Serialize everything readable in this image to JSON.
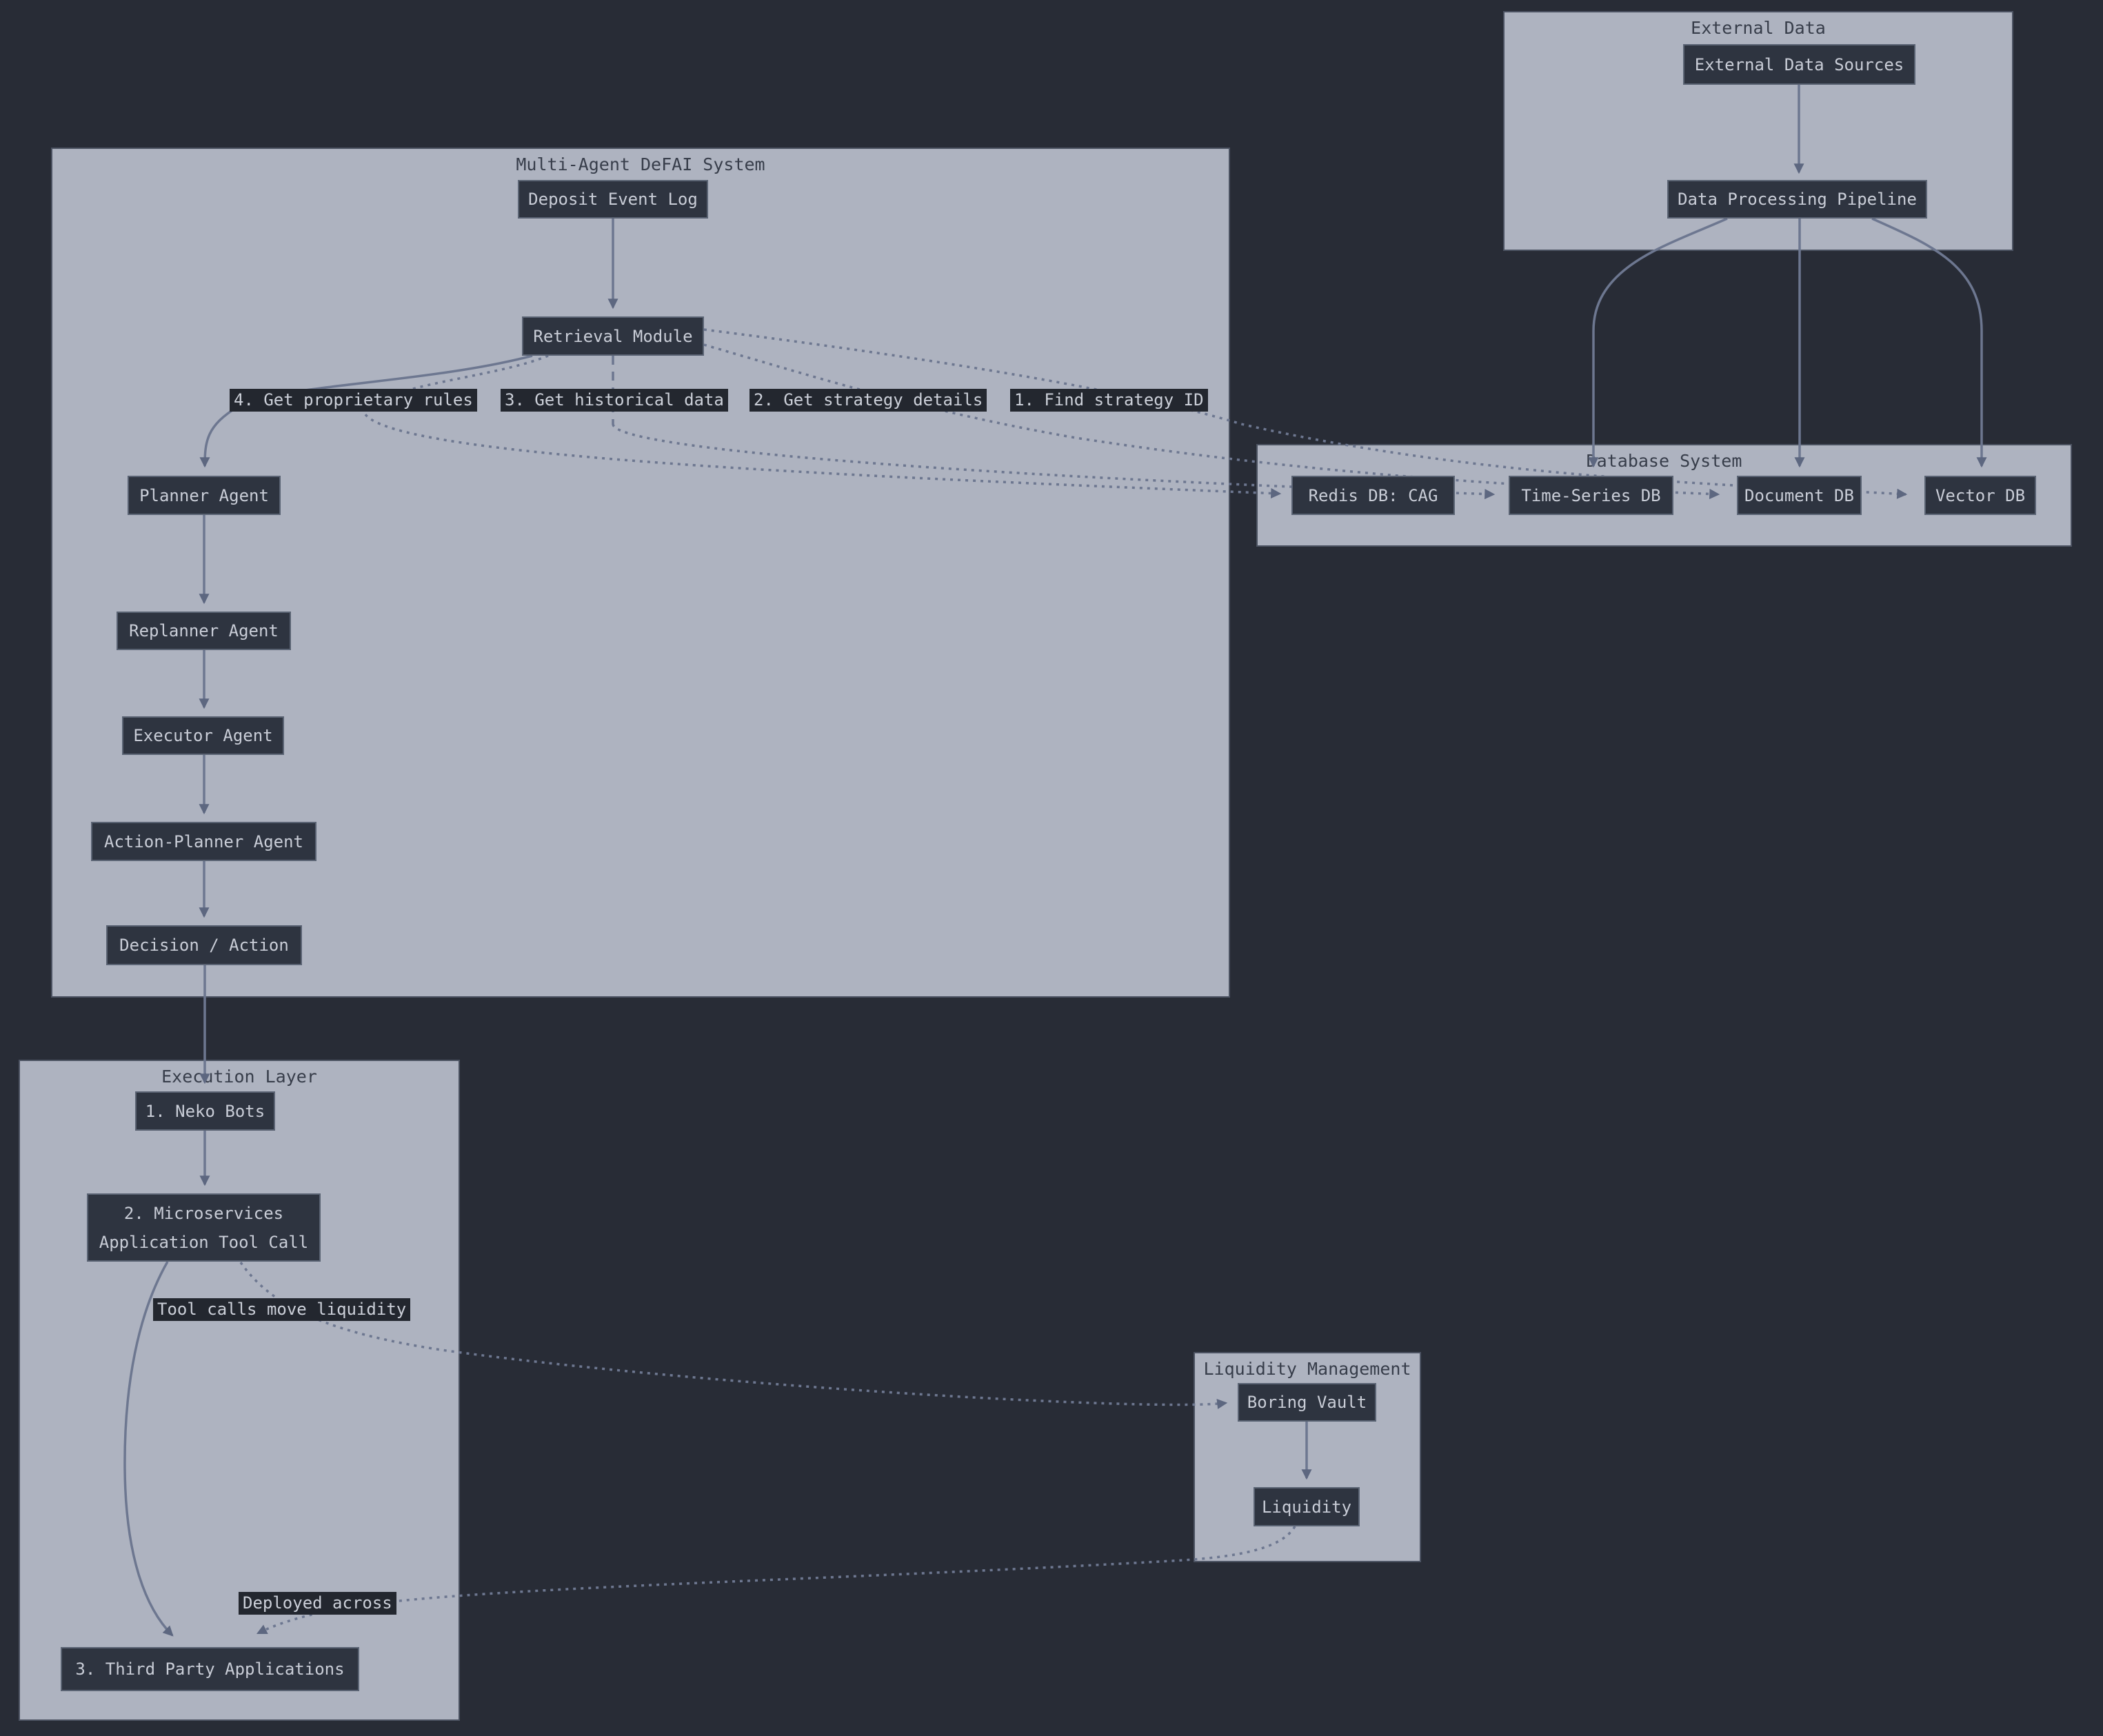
{
  "diagram": {
    "containers": {
      "multi_agent": {
        "title": "Multi-Agent DeFAI System"
      },
      "external": {
        "title": "External Data"
      },
      "database": {
        "title": "Database System"
      },
      "execution": {
        "title": "Execution Layer"
      },
      "liquidity": {
        "title": "Liquidity Management"
      }
    },
    "nodes": {
      "deposit_event_log": {
        "label": "Deposit Event Log"
      },
      "retrieval_module": {
        "label": "Retrieval Module"
      },
      "planner_agent": {
        "label": "Planner Agent"
      },
      "replanner_agent": {
        "label": "Replanner Agent"
      },
      "executor_agent": {
        "label": "Executor Agent"
      },
      "action_planner_agent": {
        "label": "Action-Planner Agent"
      },
      "decision_action": {
        "label": "Decision / Action"
      },
      "external_data_sources": {
        "label": "External Data Sources"
      },
      "data_processing_pipeline": {
        "label": "Data Processing Pipeline"
      },
      "redis_db": {
        "label": "Redis DB: CAG"
      },
      "timeseries_db": {
        "label": "Time-Series DB"
      },
      "document_db": {
        "label": "Document DB"
      },
      "vector_db": {
        "label": "Vector DB"
      },
      "neko_bots": {
        "label": "1. Neko Bots"
      },
      "microservices": {
        "label": "2. Microservices Application Tool Call"
      },
      "third_party": {
        "label": "3. Third Party Applications"
      },
      "boring_vault": {
        "label": "Boring Vault"
      },
      "liquidity_pool": {
        "label": "Liquidity"
      }
    },
    "edge_labels": {
      "proprietary_rules": "4. Get proprietary rules",
      "historical_data": "3. Get historical data",
      "strategy_details": "2. Get strategy details",
      "find_strategy_id": "1. Find strategy ID",
      "tool_calls": "Tool calls move liquidity",
      "deployed_across": "Deployed across"
    },
    "edges": [
      {
        "from": "external_data_sources",
        "to": "data_processing_pipeline",
        "style": "solid"
      },
      {
        "from": "data_processing_pipeline",
        "to": "timeseries_db",
        "style": "solid"
      },
      {
        "from": "data_processing_pipeline",
        "to": "document_db",
        "style": "solid"
      },
      {
        "from": "data_processing_pipeline",
        "to": "vector_db",
        "style": "solid"
      },
      {
        "from": "deposit_event_log",
        "to": "retrieval_module",
        "style": "solid"
      },
      {
        "from": "retrieval_module",
        "to": "planner_agent",
        "style": "solid"
      },
      {
        "from": "retrieval_module",
        "to": "redis_db",
        "style": "dotted",
        "label": "4. Get proprietary rules"
      },
      {
        "from": "retrieval_module",
        "to": "timeseries_db",
        "style": "dotted",
        "label": "3. Get historical data"
      },
      {
        "from": "retrieval_module",
        "to": "document_db",
        "style": "dotted",
        "label": "2. Get strategy details"
      },
      {
        "from": "retrieval_module",
        "to": "vector_db",
        "style": "dotted",
        "label": "1. Find strategy ID"
      },
      {
        "from": "planner_agent",
        "to": "replanner_agent",
        "style": "solid"
      },
      {
        "from": "replanner_agent",
        "to": "executor_agent",
        "style": "solid"
      },
      {
        "from": "executor_agent",
        "to": "action_planner_agent",
        "style": "solid"
      },
      {
        "from": "action_planner_agent",
        "to": "decision_action",
        "style": "solid"
      },
      {
        "from": "decision_action",
        "to": "neko_bots",
        "style": "solid"
      },
      {
        "from": "neko_bots",
        "to": "microservices",
        "style": "solid"
      },
      {
        "from": "microservices",
        "to": "third_party",
        "style": "solid"
      },
      {
        "from": "microservices",
        "to": "boring_vault",
        "style": "dotted",
        "label": "Tool calls move liquidity"
      },
      {
        "from": "boring_vault",
        "to": "liquidity_pool",
        "style": "solid"
      },
      {
        "from": "liquidity_pool",
        "to": "third_party",
        "style": "dotted",
        "label": "Deployed across"
      }
    ],
    "colors": {
      "page_background": "#282c36",
      "container_background": "#aeb3c0",
      "container_border": "#4c5362",
      "container_title_text": "#373d4a",
      "node_background": "#2e3440",
      "node_border": "#5a6373",
      "node_text": "#c9cdd7",
      "edge_line": "#6d7790",
      "edge_arrowhead": "#5d6780",
      "edge_label_background": "#23272f",
      "edge_label_text": "#ccd0d9"
    }
  }
}
